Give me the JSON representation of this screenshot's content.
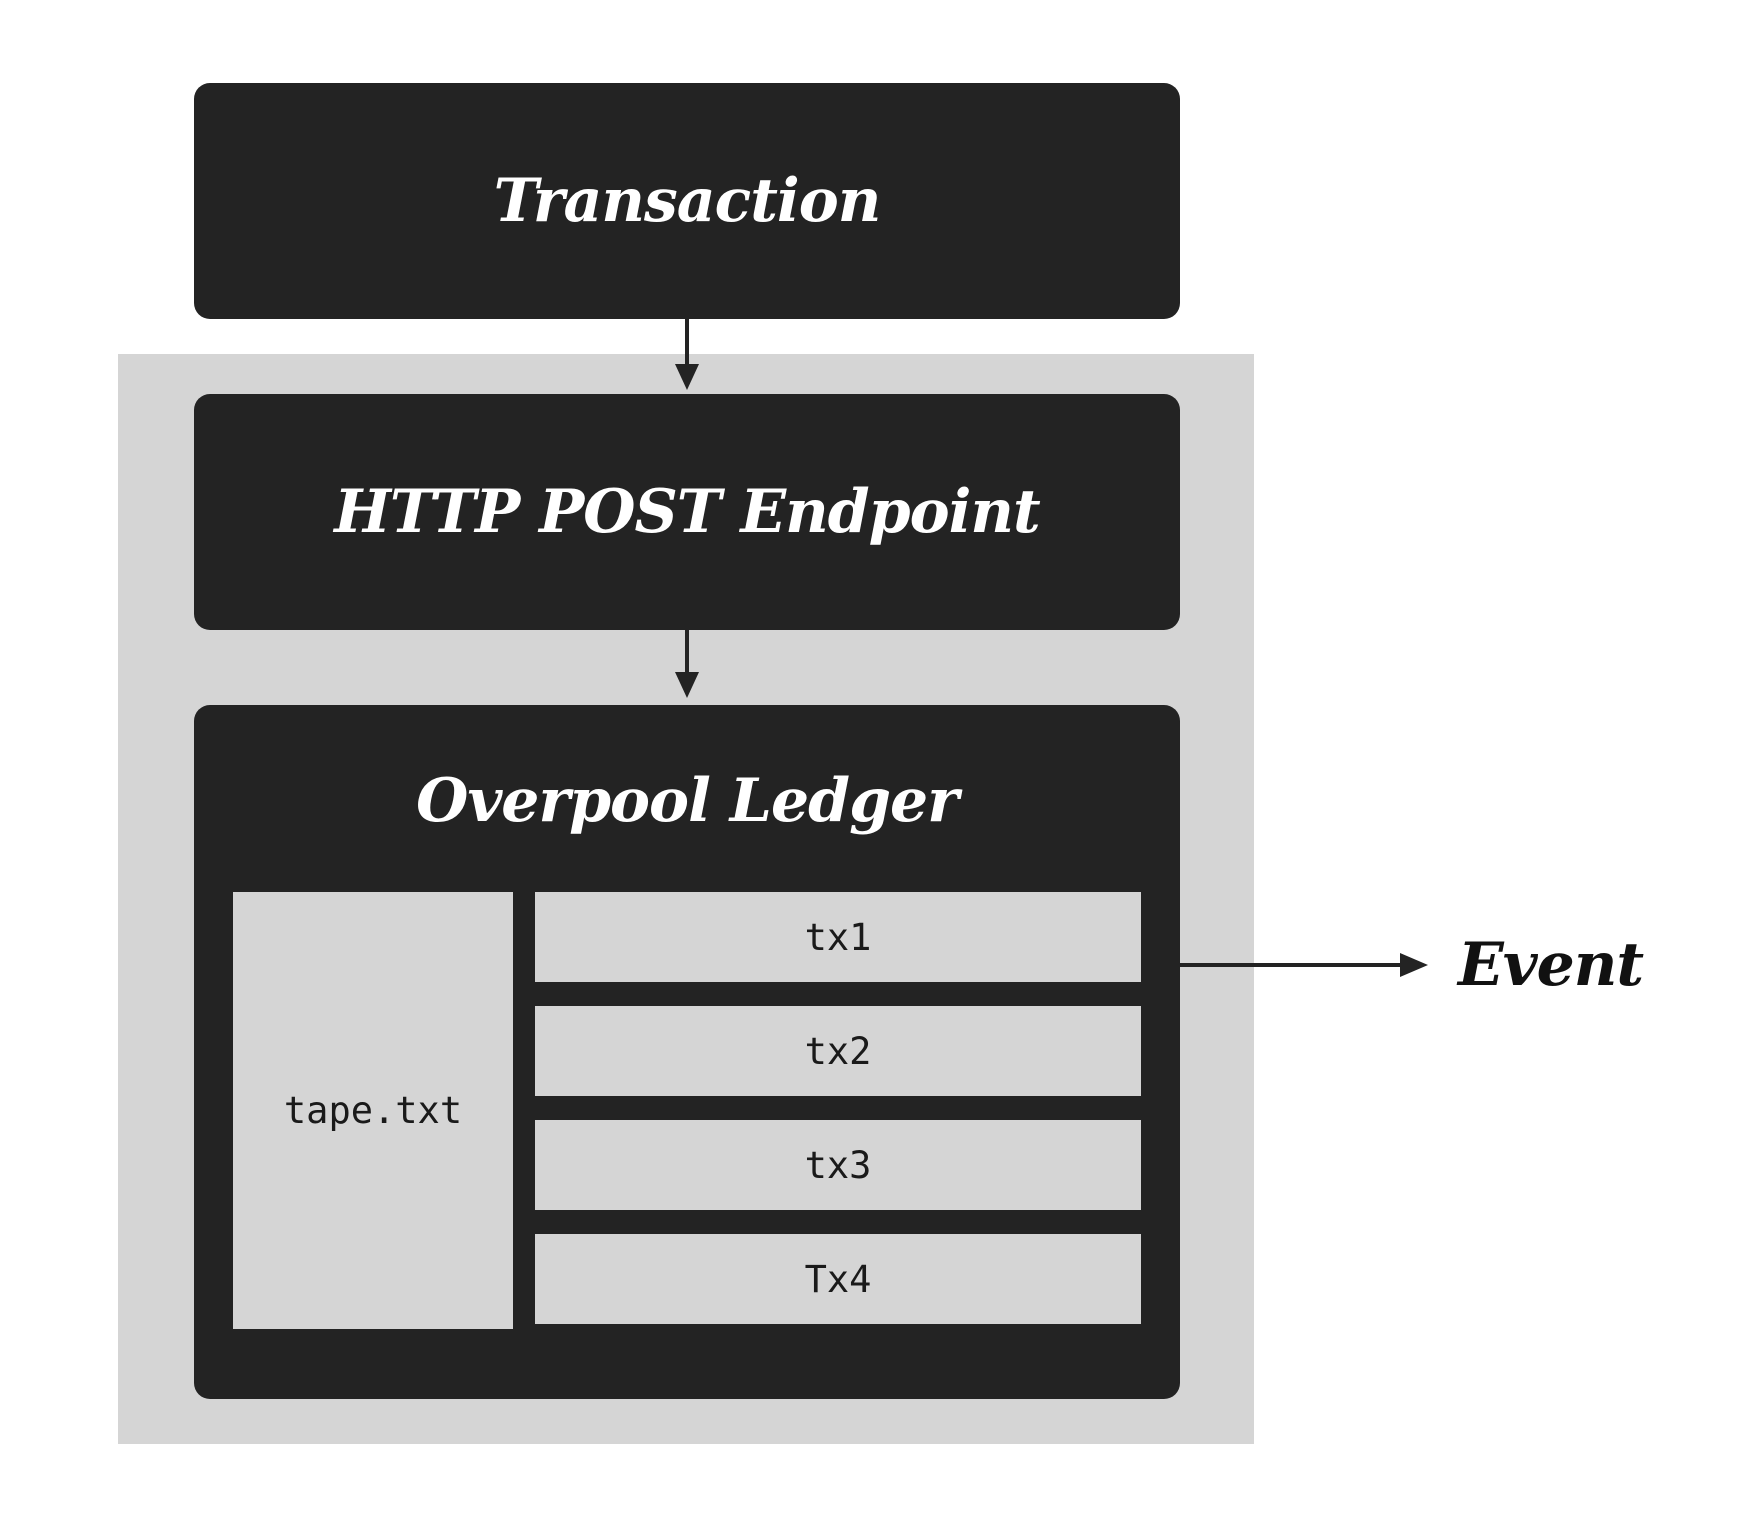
{
  "diagram": {
    "transaction": {
      "title": "Transaction"
    },
    "endpoint": {
      "title": "HTTP POST Endpoint"
    },
    "ledger": {
      "title": "Overpool Ledger",
      "file_label": "tape.txt",
      "entries": [
        "tx1",
        "tx2",
        "tx3",
        "Tx4"
      ]
    },
    "output": {
      "label": "Event"
    }
  },
  "colors": {
    "dark_box": "#232323",
    "light_fill": "#d5d5d5",
    "arrow": "#232323",
    "box_text": "#ffffff",
    "label_text": "#111111"
  }
}
